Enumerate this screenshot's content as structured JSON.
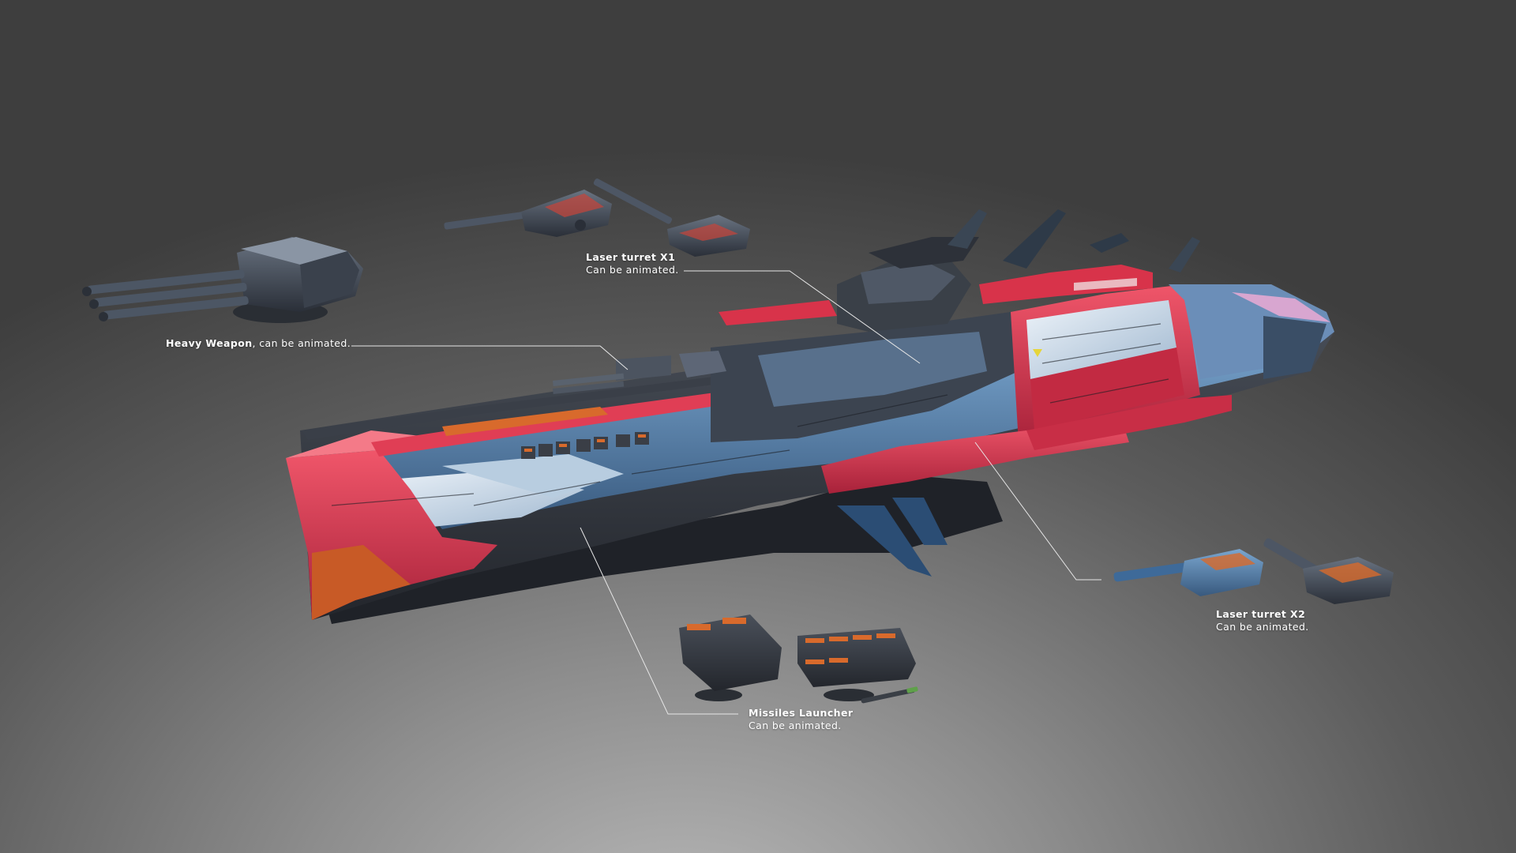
{
  "callouts": {
    "heavy_weapon": {
      "title": "Heavy Weapon",
      "note": ", can be animated."
    },
    "laser_turret_x1": {
      "title": "Laser turret X1",
      "note": "Can be animated."
    },
    "laser_turret_x2": {
      "title": "Laser turret X2",
      "note": "Can be animated."
    },
    "missiles_launcher": {
      "title": "Missiles Launcher",
      "note": "Can be animated."
    }
  },
  "colors": {
    "hull_red": "#d8334a",
    "hull_blue": "#4a7aa8",
    "hull_dark": "#2c3038",
    "hull_light": "#c9d8e6",
    "accent_orange": "#d86a2c"
  }
}
